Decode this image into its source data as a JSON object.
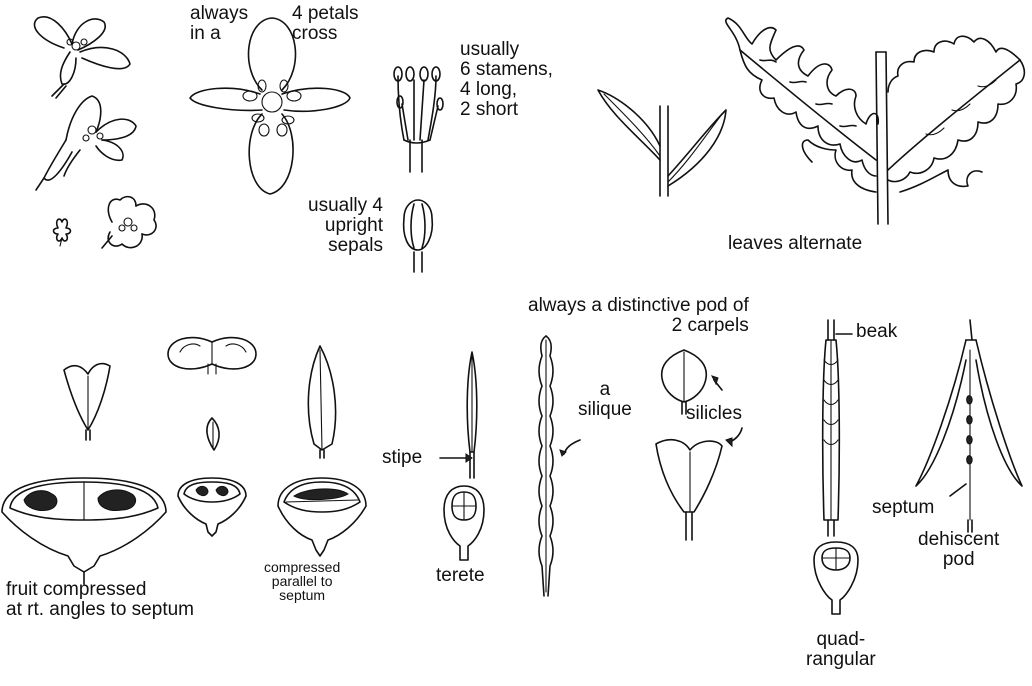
{
  "labels": {
    "always_in_a": "always\nin a",
    "four_petals_cross": "4 petals\ncross",
    "stamens": "usually\n6 stamens,\n4 long,\n2 short",
    "sepals": "usually 4\nupright\nsepals",
    "leaves_alternate": "leaves  alternate",
    "pod_of_carpels": "always a distinctive pod of\n2 carpels",
    "beak": "beak",
    "a_silique": "a\nsilique",
    "silicles": "silicles",
    "stipe": "stipe",
    "terete": "terete",
    "septum": "septum",
    "dehiscent_pod": "dehiscent\npod",
    "quadrangular": "quad-\nrangular",
    "fruit_compressed_septum": "fruit compressed\nat rt. angles to septum",
    "compressed_parallel": "compressed\nparallel to\nseptum"
  },
  "icons": {
    "flower_side": "flower-side-icon",
    "flower_top": "cross-flower-icon",
    "stamen_cluster": "stamens-icon",
    "bud": "sepal-bud-icon",
    "leaf": "leaf-icon",
    "fruit": "fruit-pod-icon"
  }
}
